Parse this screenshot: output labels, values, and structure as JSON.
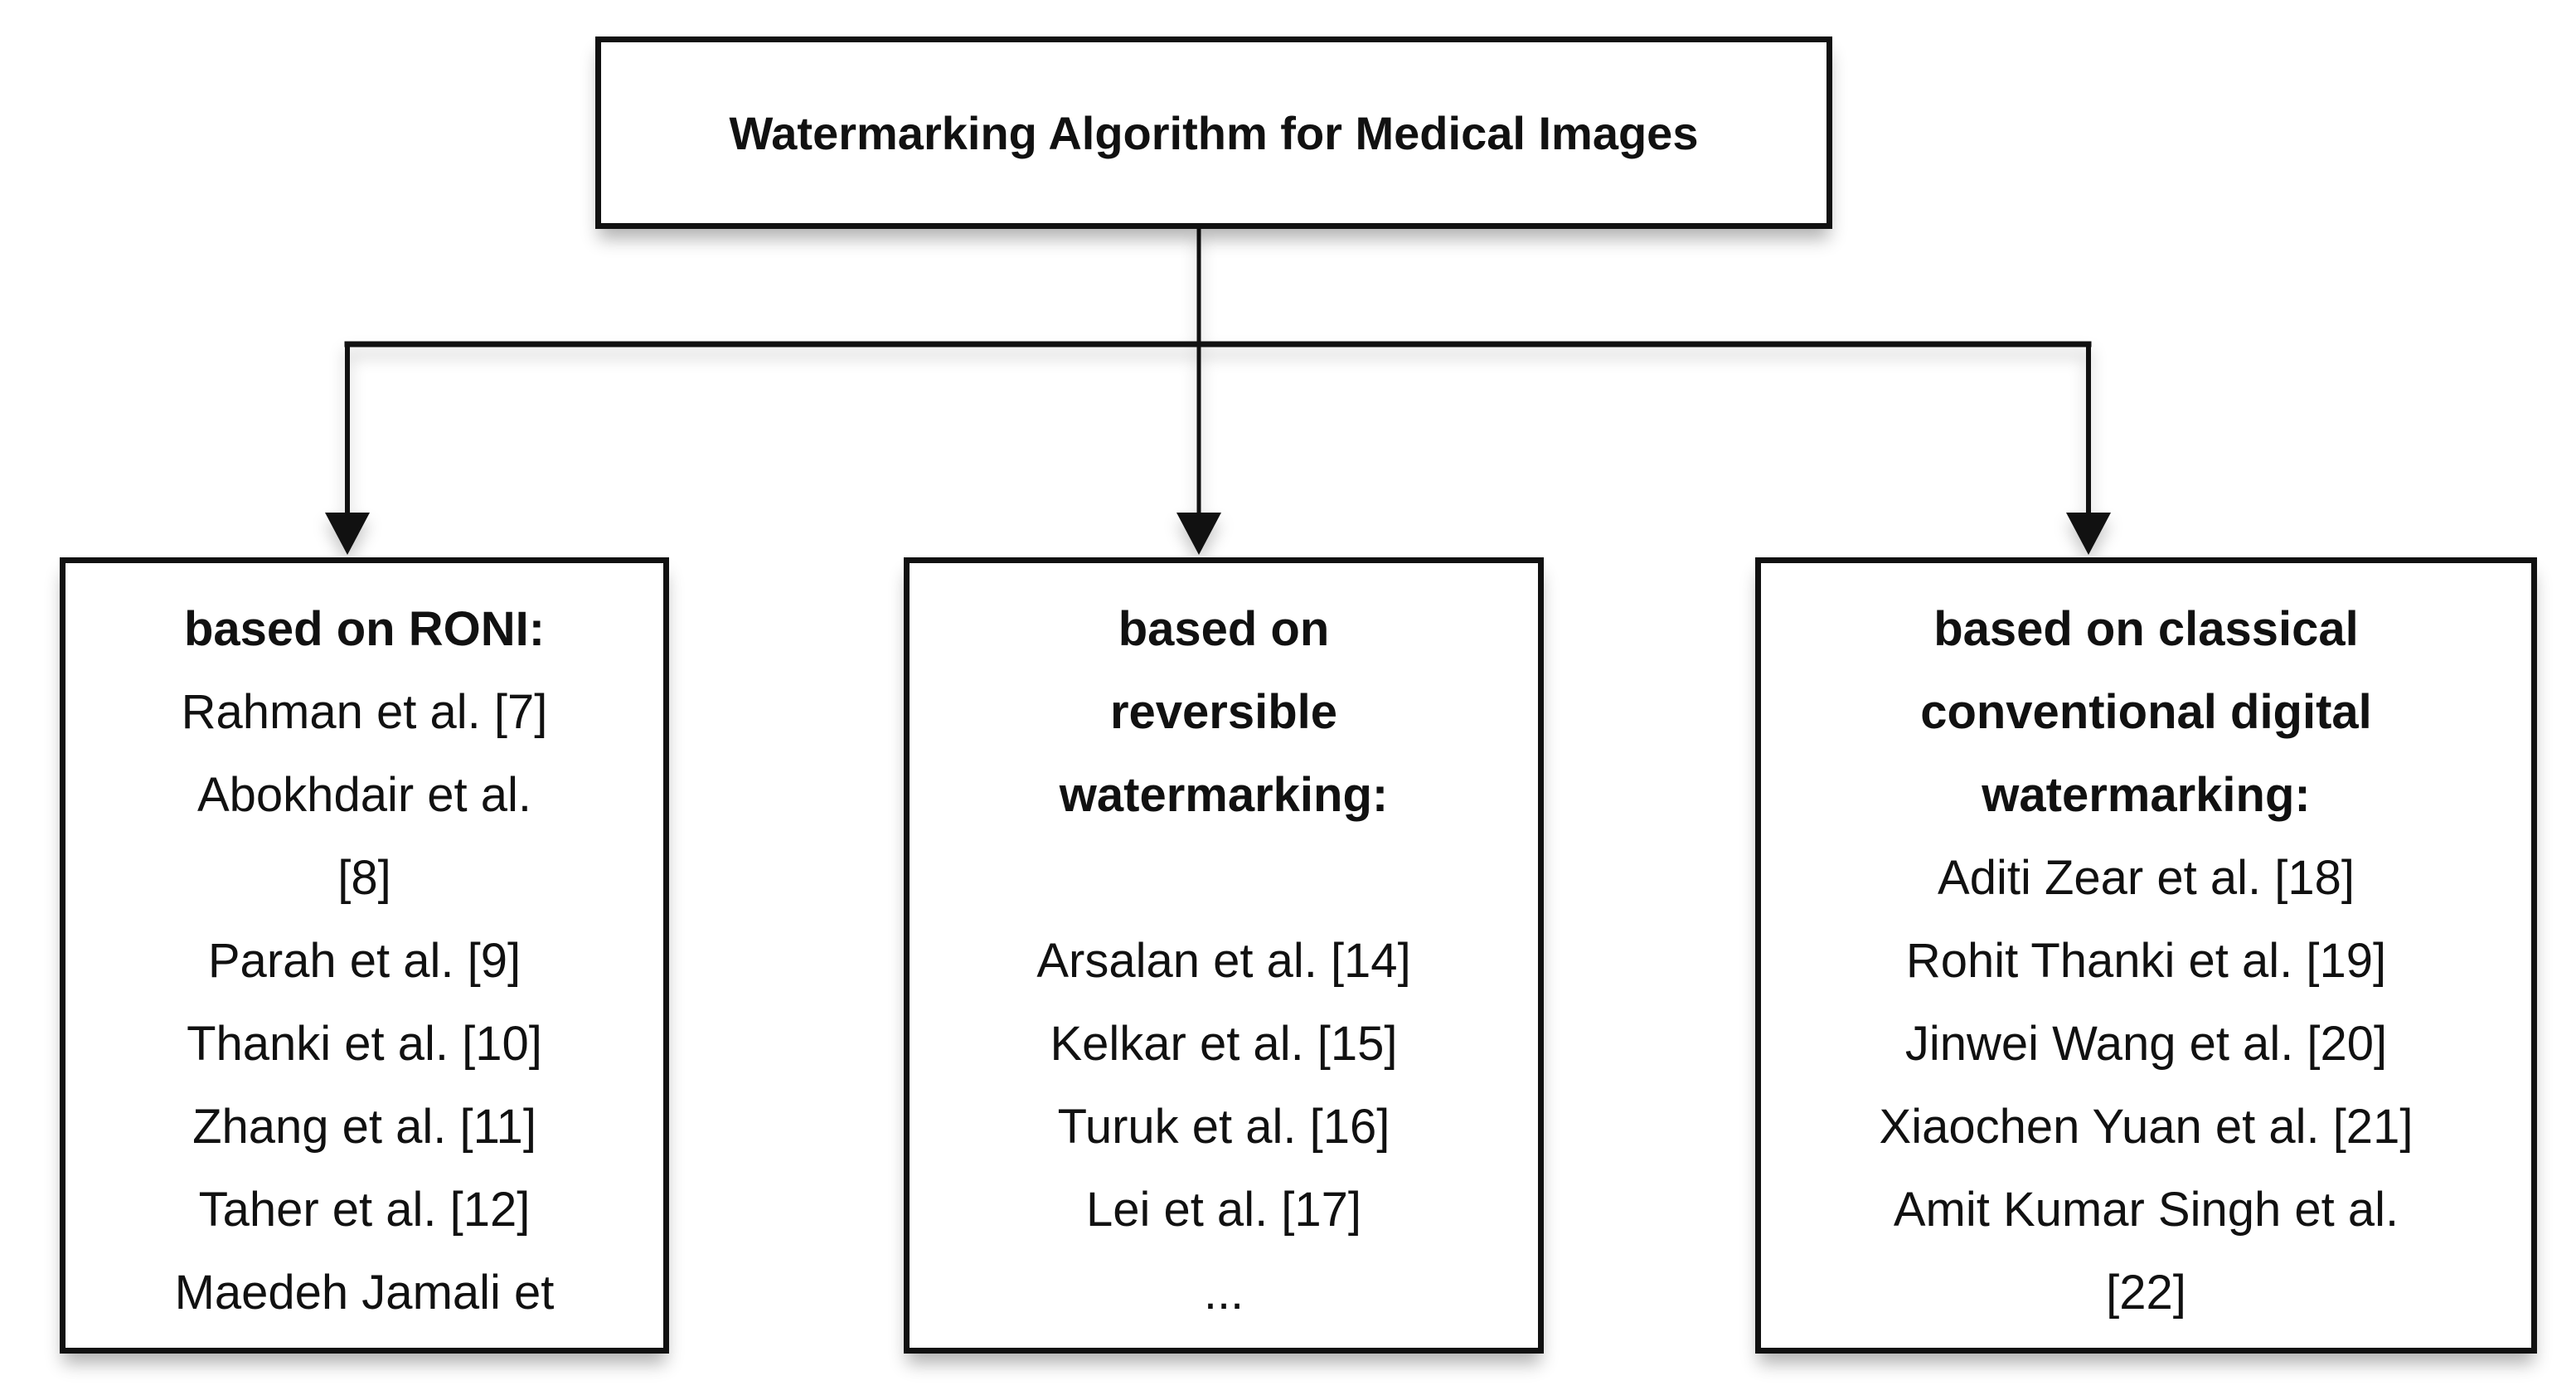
{
  "figure": {
    "root": {
      "title": "Watermarking Algorithm for Medical Images"
    },
    "branches": [
      {
        "name": "based-on-roni",
        "lines": [
          {
            "text": "based on RONI:",
            "bold": true
          },
          {
            "text": "Rahman et al. [7]",
            "bold": false
          },
          {
            "text": "Abokhdair et al.",
            "bold": false
          },
          {
            "text": "[8]",
            "bold": false
          },
          {
            "text": "Parah et al. [9]",
            "bold": false
          },
          {
            "text": "Thanki et al. [10]",
            "bold": false
          },
          {
            "text": "Zhang et al. [11]",
            "bold": false
          },
          {
            "text": "Taher et al. [12]",
            "bold": false
          },
          {
            "text": "Maedeh Jamali et",
            "bold": false
          }
        ]
      },
      {
        "name": "based-on-reversible-watermarking",
        "lines": [
          {
            "text": "based on",
            "bold": true
          },
          {
            "text": "reversible",
            "bold": true
          },
          {
            "text": "watermarking:",
            "bold": true
          },
          {
            "text": "",
            "bold": false
          },
          {
            "text": "Arsalan et al. [14]",
            "bold": false
          },
          {
            "text": "Kelkar et al. [15]",
            "bold": false
          },
          {
            "text": "Turuk et al. [16]",
            "bold": false
          },
          {
            "text": "Lei et al. [17]",
            "bold": false
          },
          {
            "text": "...",
            "bold": false
          }
        ]
      },
      {
        "name": "based-on-classical-conventional-digital-watermarking",
        "lines": [
          {
            "text": "based on classical",
            "bold": true
          },
          {
            "text": "conventional digital",
            "bold": true
          },
          {
            "text": "watermarking:",
            "bold": true
          },
          {
            "text": "Aditi Zear et al. [18]",
            "bold": false
          },
          {
            "text": "Rohit Thanki et al. [19]",
            "bold": false
          },
          {
            "text": "Jinwei Wang et al. [20]",
            "bold": false
          },
          {
            "text": "Xiaochen Yuan et al. [21]",
            "bold": false
          },
          {
            "text": "Amit Kumar Singh et al.",
            "bold": false
          },
          {
            "text": "[22]",
            "bold": false
          }
        ]
      }
    ]
  },
  "colors": {
    "ink": "#111111",
    "background": "#ffffff"
  }
}
